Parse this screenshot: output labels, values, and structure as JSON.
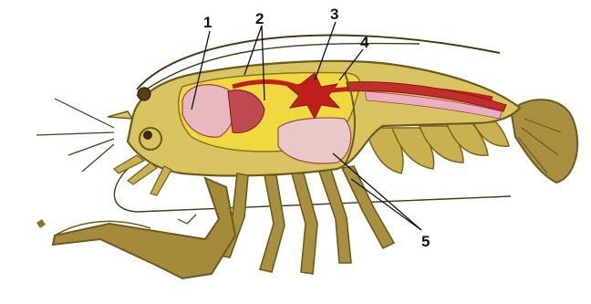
{
  "figure": {
    "subject": "crayfish-internal-anatomy",
    "callouts": [
      {
        "id": "1",
        "text": "1"
      },
      {
        "id": "2",
        "text": "2"
      },
      {
        "id": "3",
        "text": "3"
      },
      {
        "id": "4",
        "text": "4"
      },
      {
        "id": "5",
        "text": "5"
      }
    ],
    "colors": {
      "body": "#d8c460",
      "body_dark": "#9a8a2a",
      "legs": "#a89040",
      "legs_dark": "#6e5a1c",
      "organ_red": "#c0201a",
      "organ_pink": "#e8b8c0",
      "gut_yellow": "#f0d840",
      "gill_pink": "#e9c8c8",
      "outline": "#3a2a10"
    }
  }
}
